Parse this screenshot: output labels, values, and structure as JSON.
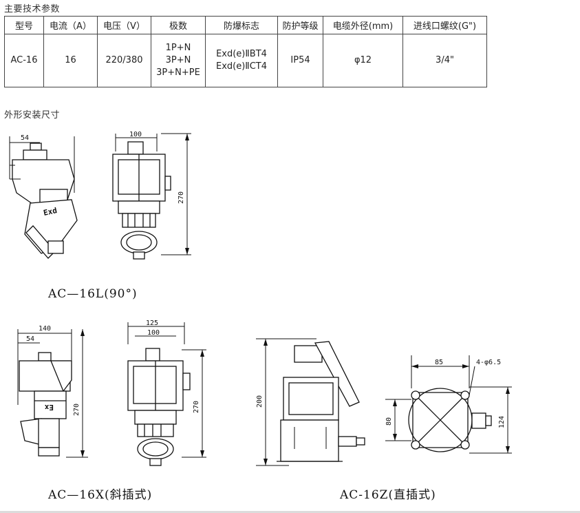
{
  "headings": {
    "specs": "主要技术参数",
    "dimensions": "外形安装尺寸"
  },
  "table": {
    "headers": [
      "型号",
      "电流（A）",
      "电压（V）",
      "极数",
      "防爆标志",
      "防护等级",
      "电缆外径(mm)",
      "进线口螺纹(G\")"
    ],
    "row": {
      "model": "AC-16",
      "current": "16",
      "voltage": "220/380",
      "poles": [
        "1P+N",
        "3P+N",
        "3P+N+PE"
      ],
      "ex_marks": [
        "Exd(e)ⅡBT4",
        "Exd(e)ⅡCT4"
      ],
      "protection": "IP54",
      "cable_diameter": "φ12",
      "thread": "3/4\""
    }
  },
  "drawings": {
    "l_type": {
      "caption": "AC—16L(90°)",
      "dims": {
        "d54": "54",
        "d100": "100",
        "d270": "270"
      },
      "body_label": "Exd"
    },
    "x_type": {
      "caption": "AC—16X(斜插式)",
      "dims": {
        "d140": "140",
        "d54": "54",
        "d125": "125",
        "d100": "100",
        "d270a": "270",
        "d270b": "270"
      },
      "body_label": "Ex"
    },
    "z_type": {
      "caption": "AC-16Z(直插式)",
      "dims": {
        "d200": "200",
        "d85": "85",
        "holes": "4-φ6.5",
        "d80": "80",
        "d124": "124"
      }
    }
  }
}
